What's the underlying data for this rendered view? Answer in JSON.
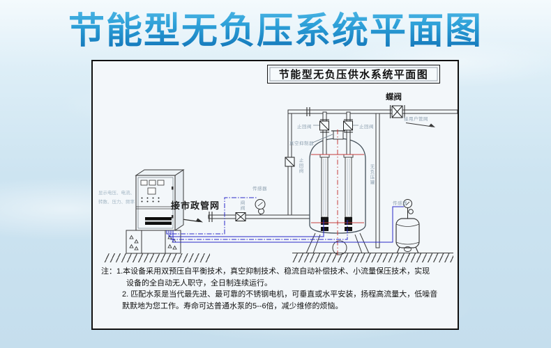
{
  "page": {
    "title": "节能型无负压系统平面图"
  },
  "panel": {
    "title": "节能型无负压供水系统平面图"
  },
  "labels": {
    "butterfly_valve": "蝶阀",
    "to_user_network": "接用户管网",
    "check_valve_left": "止回阀",
    "check_valve_right": "止回阀",
    "check_valve_riser": "止回阀",
    "vacuum_suppressor": "真空抑制器",
    "tank_side": "无负压罐",
    "municipal_inlet": "接市政管网",
    "inlet_valve": "闸阀",
    "inlet_sensor": "传感器",
    "ptank_sensor": "传感器",
    "cabinet_display_line1": "显示电压、电流、",
    "cabinet_display_line2": "转数、压力、频率"
  },
  "notes": {
    "lines": [
      "注：1.本设备采用双预压自平衡技术，真空抑制技术、稳流自动补偿技术、小流量保压技术，实现",
      "设备的全自动无人职守，全日制连续运行。",
      "2. 匹配水泵是当代最先进、最可靠的不锈钢电机，可垂直或水平安装，扬程高流量大，低噪音",
      "默默地为您工作。寿命可达普通水泵的5--6倍，减少维修的烦恼。"
    ]
  },
  "colors": {
    "title_accent": "#1a85c8",
    "pipe": "#3a3a3a",
    "wire": "#2828c8",
    "red_line": "#c43c3c",
    "panel_bg": "#f3f7fa"
  }
}
